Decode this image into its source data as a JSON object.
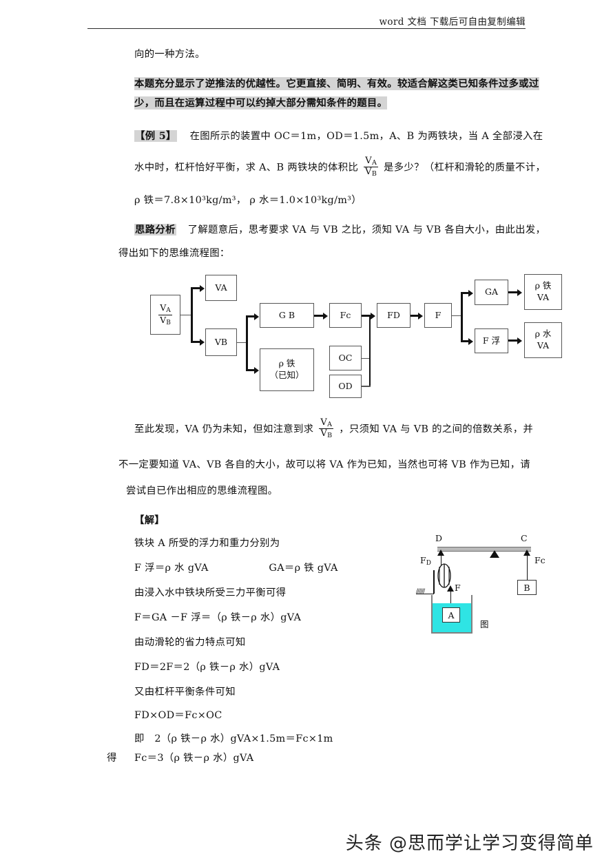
{
  "header": {
    "text": "word 文档  下载后可自由复制编辑"
  },
  "body": {
    "line_continuation": "向的一种方法。",
    "highlight_paragraph": "本题充分显示了逆推法的优越性。它更直接、简明、有效。较适合解这类已知条件过多或过少，而且在运算过程中可以约掉大部分需知条件的题目。",
    "example_tag": "【例 5】",
    "example_text_1": "在图所示的装置中 OC＝1m，OD＝1.5m，A、B 为两铁块，当 A 全部浸入在",
    "example_text_2a": "水中时，杠杆恰好平衡，求 A、B 两铁块的体积比",
    "example_frac_num": "V",
    "example_frac_num_sub": "A",
    "example_frac_den": "V",
    "example_frac_den_sub": "B",
    "example_text_2b": "是多少？（杠杆和滑轮的质量不计，",
    "density_line": "ρ 铁＝7.8×10³kg/m³，  ρ 水＝1.0×10³kg/m³）",
    "analysis_tag": "思路分析",
    "analysis_text_1": "了解题意后，思考要求 VA 与 VB 之比，须知 VA 与 VB 各自大小，由此出发，",
    "analysis_text_2": "得出如下的思维流程图：",
    "after_chart_1a": "至此发现，VA 仍为未知，但如注意到求",
    "after_chart_1b": "，只须知 VA 与 VB 的之间的倍数关系，并",
    "after_chart_2": "不一定要知道 VA、VB 各自的大小，故可以将 VA 作为已知，当然也可将 VB 作为已知，请",
    "after_chart_3": "尝试自已作出相应的思维流程图。",
    "solution_tag": "【解】",
    "solution_lines": [
      "铁块 A 所受的浮力和重力分别为",
      "F 浮＝ρ 水 gVA                  GA＝ρ 铁 gVA",
      "由浸入水中铁块所受三力平衡可得",
      "F＝GA －F 浮＝（ρ 铁－ρ 水）gVA",
      "由动滑轮的省力特点可知",
      "FD＝2F＝2（ρ 铁－ρ 水）gVA",
      "又由杠杆平衡条件可知",
      "FD×OD＝Fc×OC",
      "即   2（ρ 铁－ρ 水）gVA×1.5m＝Fc×1m"
    ],
    "solution_last_prefix": "得",
    "solution_last": "Fc＝3（ρ 铁－ρ 水）gVA"
  },
  "flowchart": {
    "boxes": {
      "ratio_num": "V",
      "ratio_num_sub": "A",
      "ratio_den": "V",
      "ratio_den_sub": "B",
      "va": "VA",
      "vb": "VB",
      "gb": "G B",
      "rho_iron_known_line1": "ρ 铁",
      "rho_iron_known_line2": "（已知）",
      "fc": "Fc",
      "oc": "OC",
      "od": "OD",
      "fd": "FD",
      "f": "F",
      "ga": "GA",
      "f_buoy": "F 浮",
      "result_top_line1": "ρ 铁",
      "result_top_line2": "VA",
      "result_bottom_line1": "ρ 水",
      "result_bottom_line2": "VA"
    }
  },
  "apparatus": {
    "label_d": "D",
    "label_c": "C",
    "label_fd": "FD",
    "label_fc": "Fc",
    "label_f": "F",
    "label_block_a": "A",
    "label_block_b": "B",
    "figure_label": "图",
    "hatch": "//////",
    "water_color": "#2fe4e4"
  },
  "watermark": {
    "text": "头条 @思而学让学习变得简单"
  }
}
